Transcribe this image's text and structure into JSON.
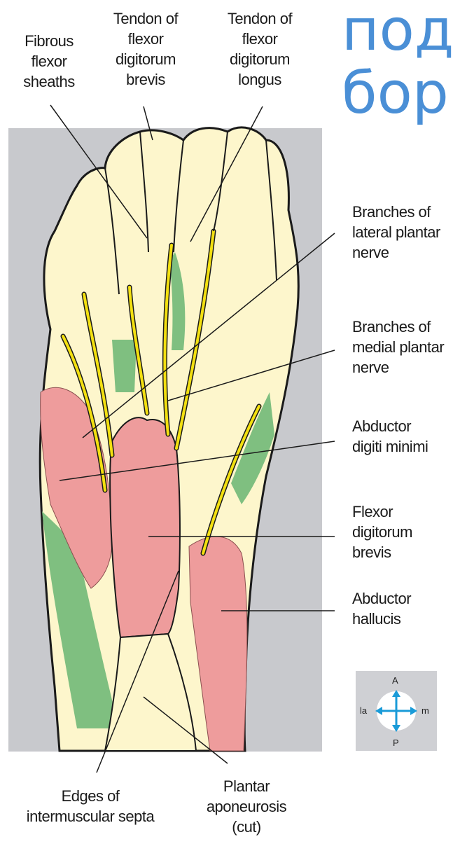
{
  "title_lines": [
    "под",
    "бор"
  ],
  "labels": {
    "fibrous_flexor_sheaths": "Fibrous\nflexor\nsheaths",
    "tendon_fdb": "Tendon of\nflexor\ndigitorum\nbrevis",
    "tendon_fdl": "Tendon of\nflexor\ndigitorum\nlongus",
    "branches_lateral": "Branches of\nlateral plantar\nnerve",
    "branches_medial": "Branches of\nmedial plantar\nnerve",
    "abductor_digiti_minimi": "Abductor\ndigiti minimi",
    "flexor_digitorum_brevis": "Flexor\ndigitorum\nbrevis",
    "abductor_hallucis": "Abductor\nhallucis",
    "edges_septa": "Edges of\nintermuscular septa",
    "plantar_aponeurosis": "Plantar\naponeurosis\n(cut)"
  },
  "compass": {
    "a": "A",
    "p": "P",
    "la": "la",
    "m": "m"
  },
  "colors": {
    "background_panel": "#c8c9cd",
    "skin": "#fdf6cc",
    "muscle_pink": "#ee9c9c",
    "muscle_green": "#7fbf80",
    "nerve_yellow": "#f3e010",
    "outline": "#1a1a1a",
    "compass_arrow": "#1a9bd8",
    "title": "#4a8fd6"
  }
}
